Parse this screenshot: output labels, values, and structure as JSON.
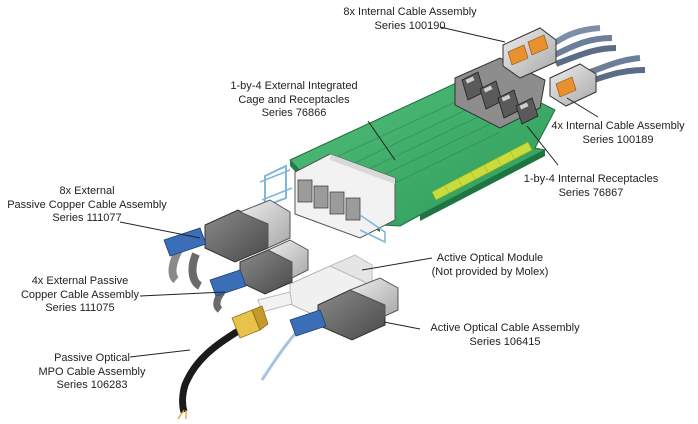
{
  "labels": {
    "internal_8x": {
      "name": "8x Internal Cable Assembly",
      "series": "Series 100190"
    },
    "cage": {
      "line1": "1-by-4 External Integrated",
      "line2": "Cage and Receptacles",
      "series": "Series 76866"
    },
    "internal_4x": {
      "name": "4x Internal Cable Assembly",
      "series": "Series 100189"
    },
    "internal_receptacles": {
      "name": "1-by-4 Internal Receptacles",
      "series": "Series 76867"
    },
    "external_8x": {
      "line1": "8x External",
      "line2": "Passive Copper Cable Assembly",
      "series": "Series 111077"
    },
    "external_4x": {
      "line1": "4x External Passive",
      "line2": "Copper Cable Assembly",
      "series": "Series 111075"
    },
    "active_optical_module": {
      "name": "Active Optical Module",
      "note": "(Not provided by Molex)"
    },
    "active_optical_cable": {
      "name": "Active Optical Cable Assembly",
      "series": "Series 106415"
    },
    "mpo_cable": {
      "line1": "Passive Optical",
      "line2": "MPO Cable Assembly",
      "series": "Series 106283"
    }
  },
  "colors": {
    "pcb": "#3dae6a",
    "gold_fingers": "#c9dc3c",
    "cage_outline": "#7fb8d8",
    "connector_blue": "#3a6fb8",
    "mpo_yellow": "#e8c24a"
  }
}
